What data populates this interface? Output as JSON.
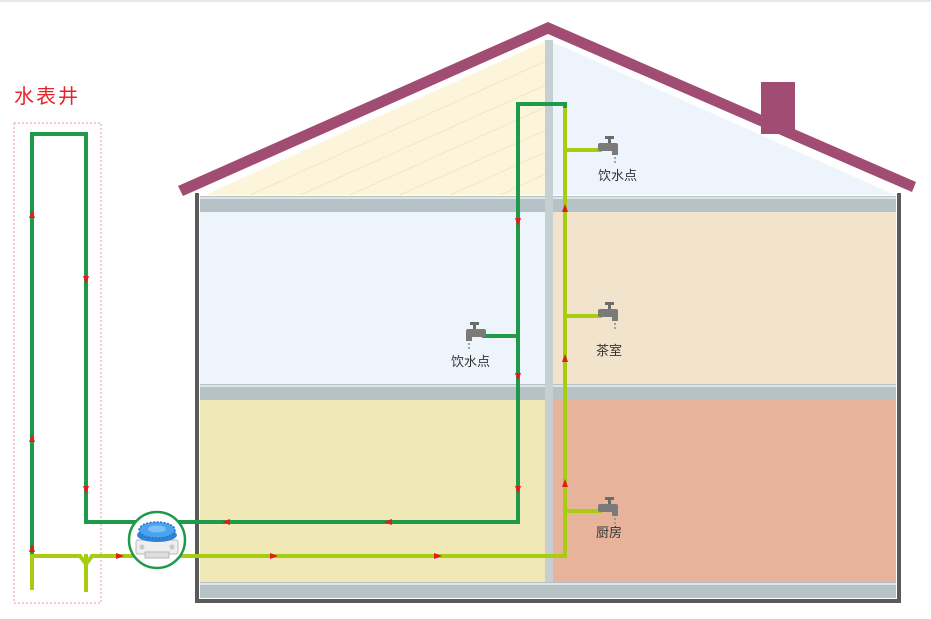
{
  "labels": {
    "meter_well": "水表井",
    "drinking_top": "饮水点",
    "drinking_mid": "饮水点",
    "tea_room": "茶室",
    "kitchen": "厨房"
  },
  "colors": {
    "hot_pipe": "#1e9a4a",
    "cold_pipe": "#a8cc10",
    "arrow": "#e31b1b",
    "roof": "#a14c72",
    "wall": "#5a5a5a",
    "floor_slab": "#b6c2c6",
    "attic_left": "#fdf4dc",
    "attic_right": "#eef4fb",
    "room_mid_left": "#eef4fb",
    "room_mid_right": "#f1e3cc",
    "room_low_left": "#f1e8b7",
    "room_low_right": "#e8b39b",
    "title_red": "#e8242b"
  },
  "icons": [
    "faucet-icon",
    "faucet-icon",
    "faucet-icon",
    "faucet-icon",
    "pump-icon"
  ]
}
